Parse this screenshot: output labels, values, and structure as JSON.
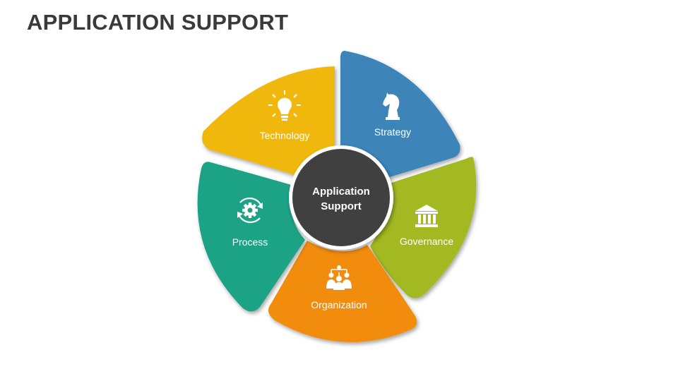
{
  "title": "APPLICATION SUPPORT",
  "center": {
    "line1": "Application",
    "line2": "Support",
    "color": "#404040"
  },
  "segments": [
    {
      "label": "Technology",
      "icon": "lightbulb-icon",
      "color": "#F0B80C"
    },
    {
      "label": "Strategy",
      "icon": "chess-knight-icon",
      "color": "#3D84B8"
    },
    {
      "label": "Governance",
      "icon": "bank-building-icon",
      "color": "#A2B924"
    },
    {
      "label": "Organization",
      "icon": "org-people-icon",
      "color": "#F28C0C"
    },
    {
      "label": "Process",
      "icon": "gear-cycle-icon",
      "color": "#1FA284"
    }
  ]
}
